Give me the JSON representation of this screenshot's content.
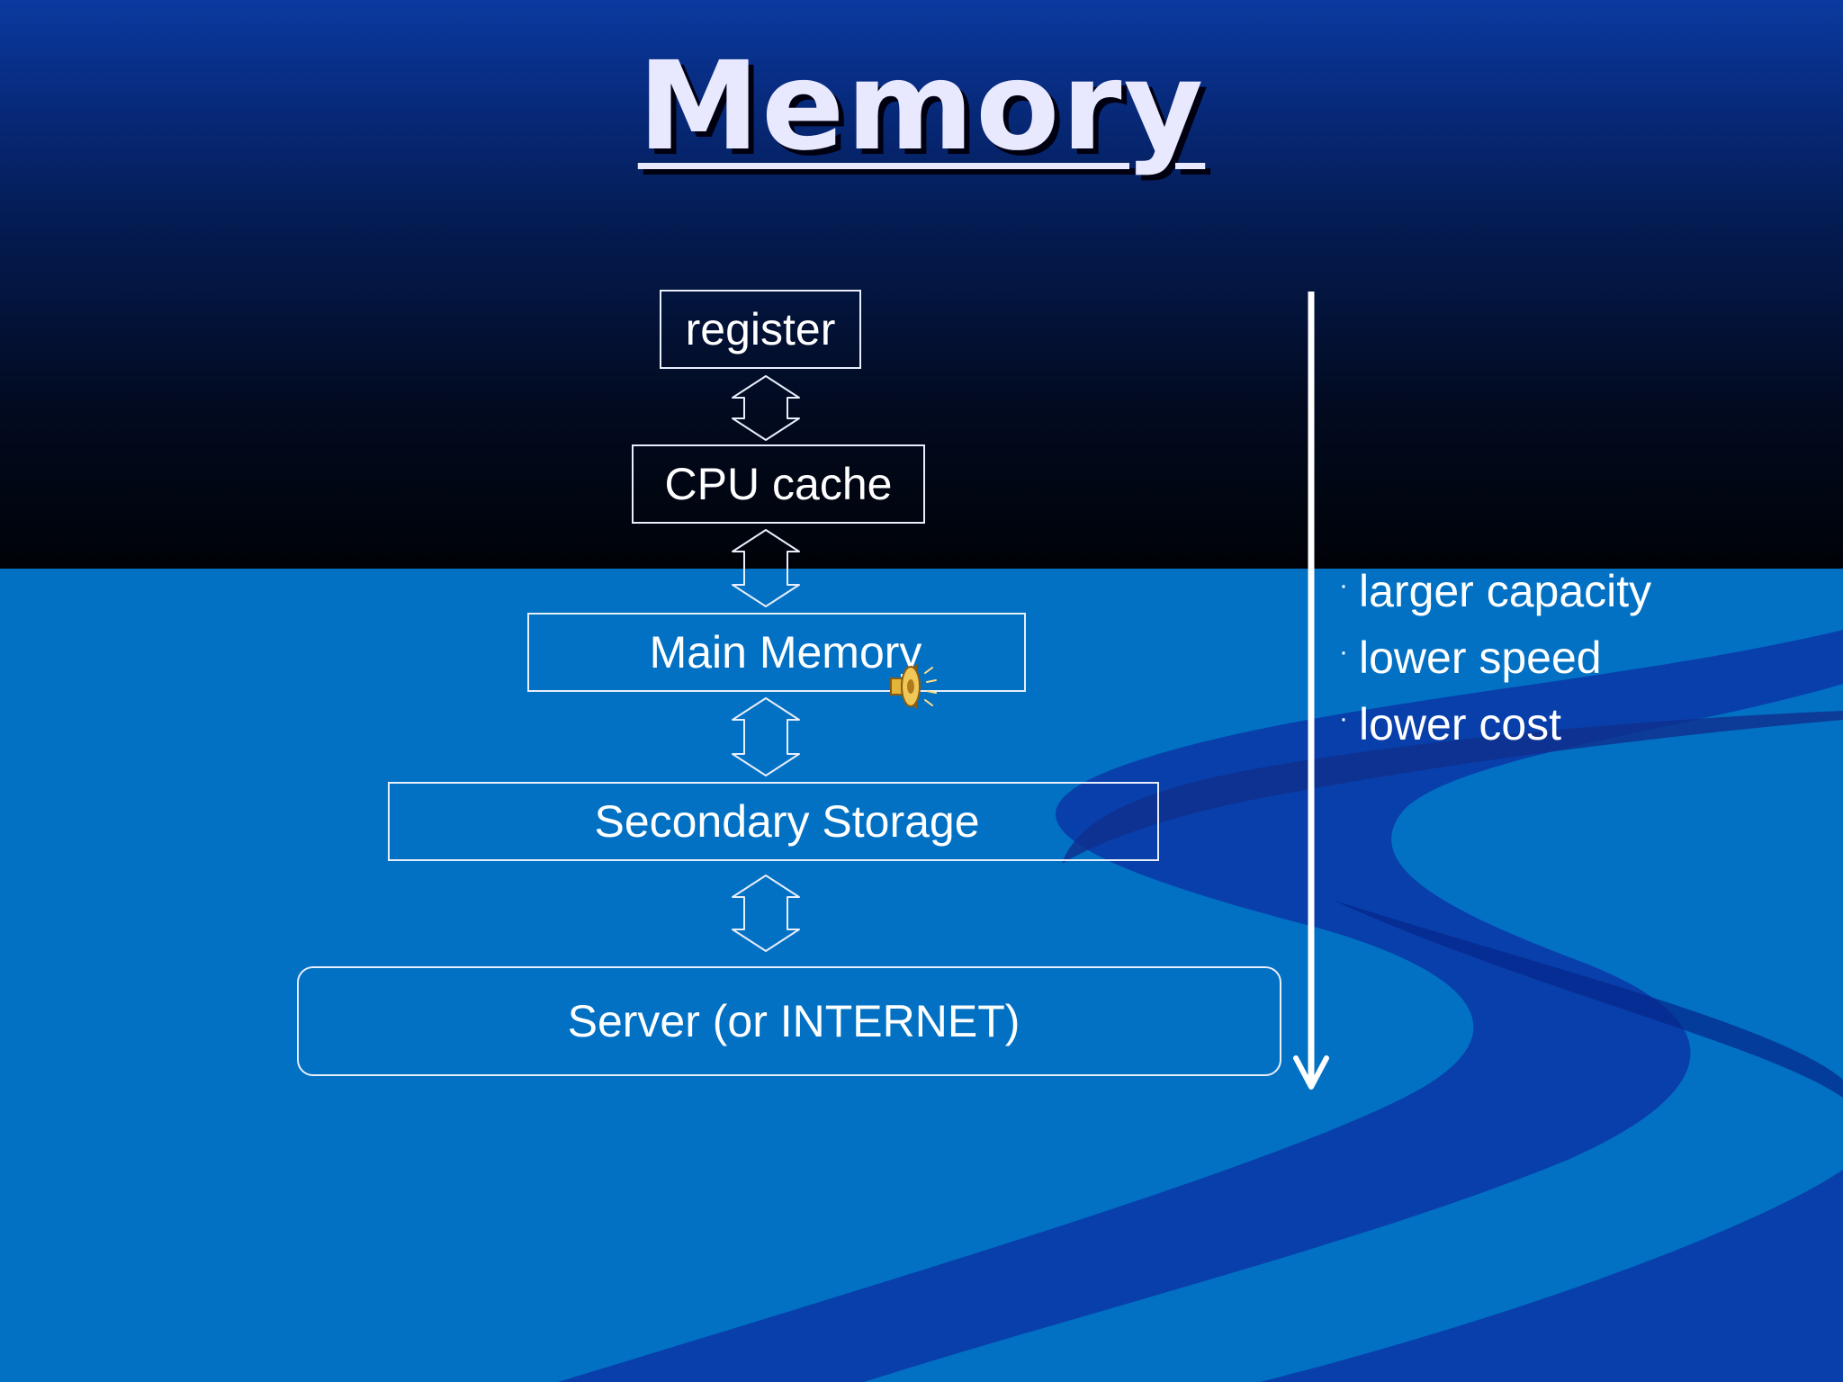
{
  "slide": {
    "title": "Memory",
    "hierarchy": [
      {
        "label": "register"
      },
      {
        "label": "CPU cache"
      },
      {
        "label": "Main Memory"
      },
      {
        "label": "Secondary Storage"
      },
      {
        "label": "Server (or INTERNET)"
      }
    ],
    "properties": [
      "larger capacity",
      "lower speed",
      "lower cost"
    ],
    "bullet_glyph": "·"
  },
  "colors": {
    "top_gradient_start": "#0a3aa0",
    "top_gradient_end": "#000207",
    "bottom_background": "#0271c4",
    "swoosh": "#0a3aa8",
    "title_text": "#e8e8ff",
    "line": "#ffffff"
  },
  "icons": {
    "speaker": "speaker-icon",
    "direction_arrow": "down-arrow-icon",
    "connector": "double-arrow-icon"
  }
}
